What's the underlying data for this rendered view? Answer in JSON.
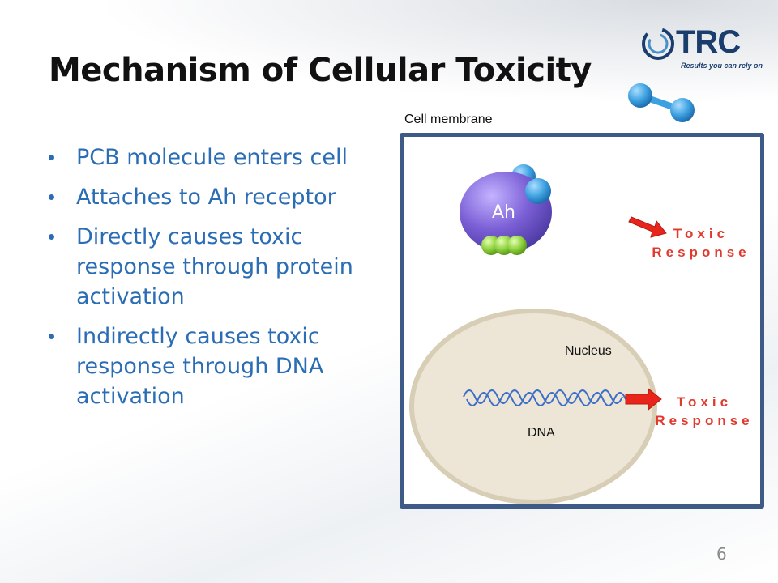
{
  "slide": {
    "title": "Mechanism of Cellular Toxicity",
    "page_number": "6"
  },
  "logo": {
    "name": "TRC",
    "tagline": "Results you can rely on"
  },
  "bullets": [
    "PCB molecule enters cell",
    "Attaches to Ah receptor",
    "Directly causes toxic response through protein activation",
    "Indirectly causes toxic response through DNA activation"
  ],
  "diagram": {
    "cell_membrane_label": "Cell membrane",
    "receptor_label": "Ah",
    "nucleus_label": "Nucleus",
    "dna_label": "DNA",
    "toxic_response_1": [
      "Toxic",
      "Response"
    ],
    "toxic_response_2": [
      "Toxic",
      "Response"
    ]
  },
  "colors": {
    "bullet_text": "#2a6db5",
    "membrane": "#3e5a86",
    "toxic": "#e03a2f",
    "receptor": "#7b5fd6",
    "molecule": "#3da0e0",
    "nucleus": "#ede6d6"
  }
}
